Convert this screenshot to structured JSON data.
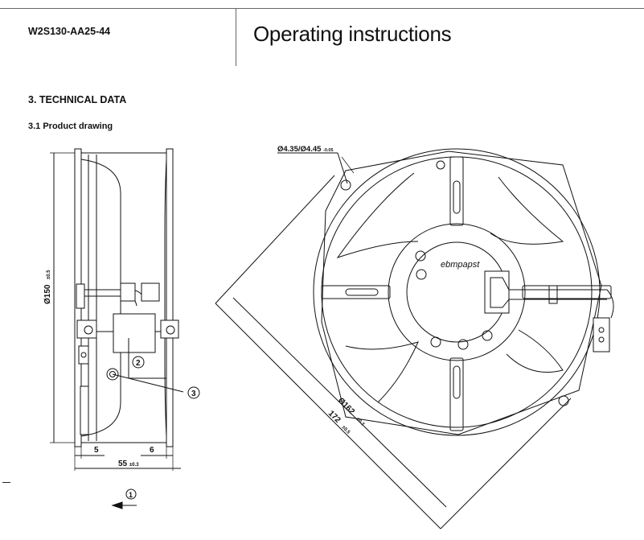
{
  "header": {
    "model": "W2S130-AA25-44",
    "title": "Operating instructions"
  },
  "section": {
    "heading": "3. TECHNICAL DATA",
    "subheading": "3.1 Product drawing"
  },
  "drawing": {
    "side_view": {
      "dim_diameter": "Ø150",
      "dim_diameter_tol": "±0.5",
      "dim_left": "5",
      "dim_right": "6",
      "dim_depth": "55",
      "dim_depth_tol": "±0.3",
      "callout_2": "2",
      "callout_3": "3",
      "callout_1": "1"
    },
    "front_view": {
      "hole_label": "Ø4.35/Ø4.45",
      "hole_tol": "-0.05",
      "brand": "ebmpapst",
      "dim_diag_small": "Ø162",
      "dim_diag_small_tol": "±0.2",
      "dim_diag_large": "172",
      "dim_diag_large_tol": "±0.5"
    }
  }
}
